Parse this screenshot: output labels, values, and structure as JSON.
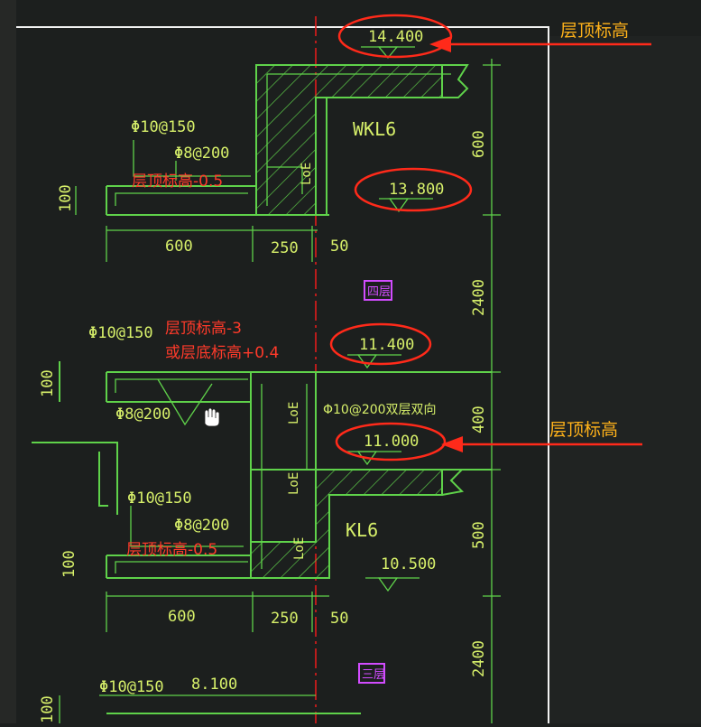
{
  "elevations": {
    "top_roof": "14.400",
    "wkl6_bottom": "13.800",
    "fourth_floor": "11.400",
    "floor_top": "11.000",
    "kl6_bottom": "10.500",
    "third_floor": "8.100"
  },
  "labels": {
    "wkl6": "WKL6",
    "kl6": "KL6",
    "floor4": "四层",
    "floor3": "三层",
    "loe": "LoE"
  },
  "rebar": {
    "a_top": "Φ10@150",
    "a_dist": "Φ8@200",
    "b_top": "Φ10@150",
    "b_dist": "Φ8@200",
    "c_top": "Φ10@150",
    "c_dist": "Φ8@200",
    "d_top": "Φ10@150",
    "slab": "Φ10@200双层双向"
  },
  "dimensions": {
    "d100": "100",
    "d600": "600",
    "d250": "250",
    "d50": "50",
    "d2400": "2400",
    "d400": "400",
    "d500": "500"
  },
  "notes": {
    "n1": "层顶标高-0.5",
    "n2_line1": "层顶标高-3",
    "n2_line2": "或层底标高+0.4",
    "n3": "层顶标高-0.5"
  },
  "callouts": {
    "c1": "层顶标高",
    "c2": "层顶标高"
  },
  "colors": {
    "background": "#1c1f1e",
    "cad_lines": "#5fd24a",
    "cad_text": "#d7f06a",
    "annotation_red": "#ff3a2a",
    "callout_orange": "#ffb21a",
    "frame": "#f2f2f2"
  }
}
